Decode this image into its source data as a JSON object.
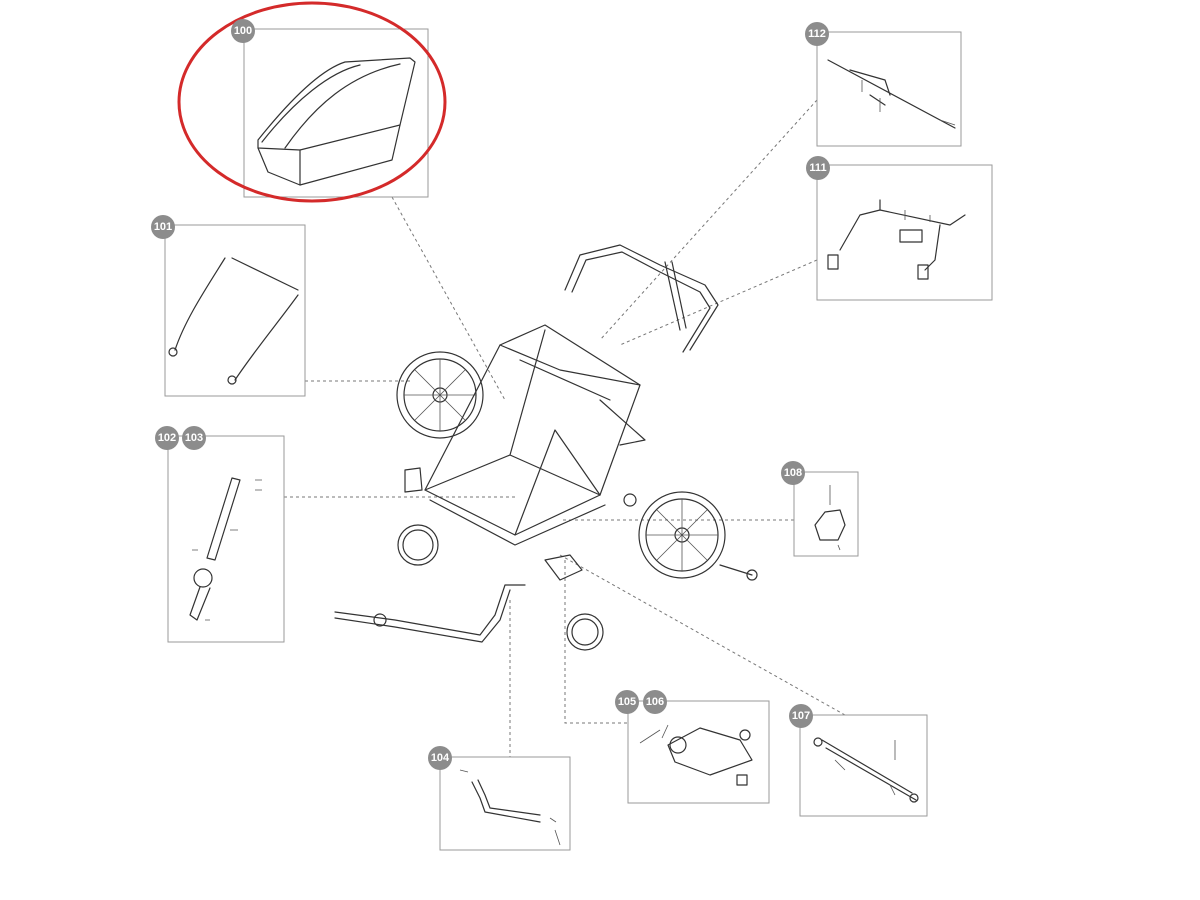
{
  "diagram": {
    "badge_color": "#8c8c8c",
    "highlight_color": "#d42a2a",
    "callouts": [
      {
        "id": "c100",
        "label": "100"
      },
      {
        "id": "c101",
        "label": "101"
      },
      {
        "id": "c102",
        "label": "102"
      },
      {
        "id": "c103",
        "label": "103"
      },
      {
        "id": "c104",
        "label": "104"
      },
      {
        "id": "c105",
        "label": "105"
      },
      {
        "id": "c106",
        "label": "106"
      },
      {
        "id": "c107",
        "label": "107"
      },
      {
        "id": "c108",
        "label": "108"
      },
      {
        "id": "c111",
        "label": "111"
      },
      {
        "id": "c112",
        "label": "112"
      }
    ],
    "highlighted_part": "100"
  }
}
